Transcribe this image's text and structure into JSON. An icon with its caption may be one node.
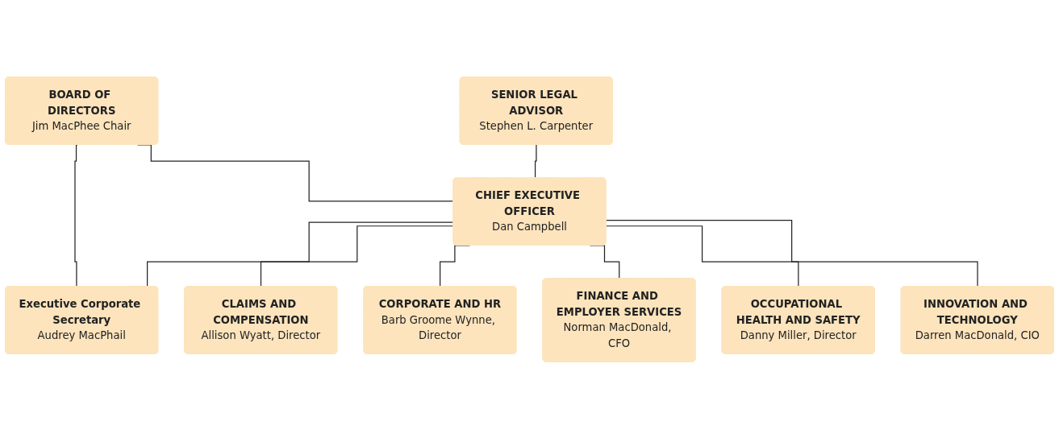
{
  "diagram": {
    "nodes": [
      {
        "text": [
          "BOARD OF DIRECTORS",
          "Jim MacPhee Chair"
        ]
      },
      {
        "text": [
          "Executive Corporate Secretary",
          "Audrey MacPhail"
        ]
      },
      {
        "text": [
          "SENIOR LEGAL ADVISOR",
          "Stephen L. Carpenter"
        ]
      },
      {
        "text": [
          "CHIEF EXECUTIVE OFFICER",
          "Dan Campbell"
        ]
      },
      {
        "text": [
          "CLAIMS AND COMPENSATION",
          "Allison Wyatt, Director"
        ]
      },
      {
        "text": [
          "CORPORATE AND HR",
          "Barb Groome Wynne, Director"
        ]
      },
      {
        "text": [
          "FINANCE AND EMPLOYER SERVICES",
          "Norman MacDonald, CFO"
        ]
      },
      {
        "text": [
          "OCCUPATIONAL HEALTH AND SAFETY",
          "Danny Miller, Director"
        ]
      },
      {
        "text": [
          "INNOVATION AND TECHNOLOGY",
          "Darren MacDonald, CIO"
        ]
      }
    ],
    "edges": [
      {
        "from": 0,
        "to": 3,
        "arrow": "none"
      },
      {
        "from": 0,
        "to": 1,
        "arrow": "none"
      },
      {
        "from": 3,
        "to": 1,
        "arrow": "none"
      },
      {
        "from": 2,
        "to": 3,
        "arrow": "none"
      },
      {
        "from": 3,
        "to": 4,
        "arrow": "none"
      },
      {
        "from": 3,
        "to": 5,
        "arrow": "none"
      },
      {
        "from": 3,
        "to": 6,
        "arrow": "none"
      },
      {
        "from": 3,
        "to": 7,
        "arrow": "none"
      },
      {
        "from": 3,
        "to": 8,
        "arrow": "none"
      }
    ]
  }
}
